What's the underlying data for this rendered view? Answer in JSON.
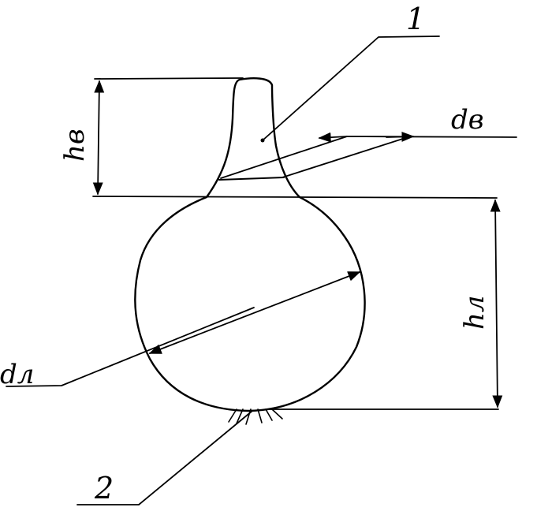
{
  "diagram": {
    "labels": {
      "callout_1": "1",
      "callout_2": "2",
      "d_b": "dв",
      "h_b": "hв",
      "d_l": "dл",
      "h_l": "hл"
    },
    "ink_color": "#000000",
    "background": "#ffffff"
  }
}
